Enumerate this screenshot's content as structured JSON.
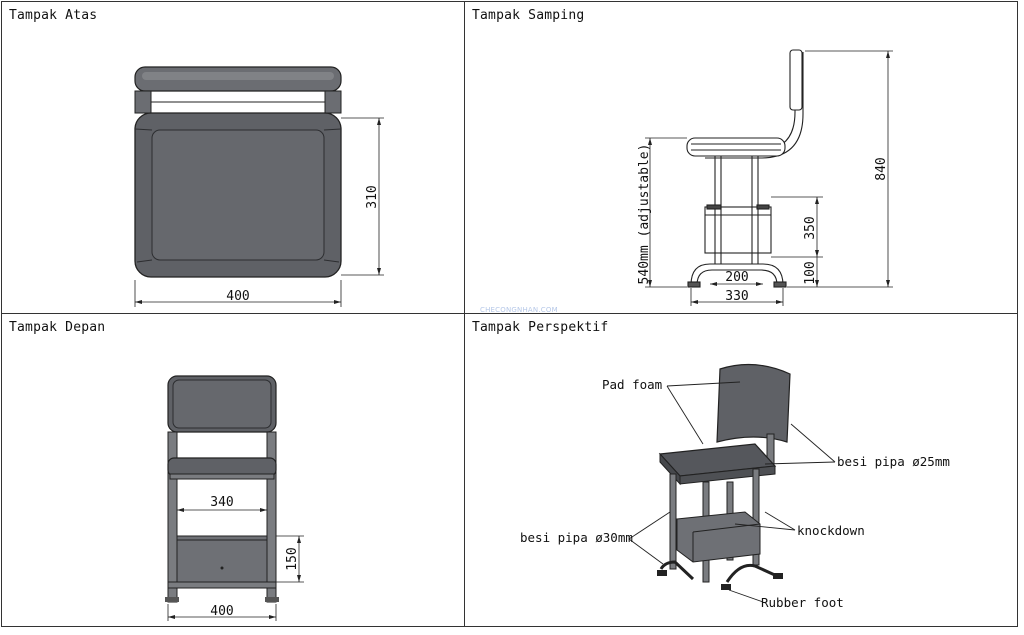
{
  "panels": {
    "top": {
      "title": "Tampak Atas"
    },
    "side": {
      "title": "Tampak Samping"
    },
    "front": {
      "title": "Tampak Depan"
    },
    "perspective": {
      "title": "Tampak Perspektif"
    }
  },
  "dimensions": {
    "top_width": "400",
    "top_depth": "310",
    "side_height_total": "840",
    "side_seat_height": "540mm (adjustable)",
    "side_box_height": "350",
    "side_foot_height": "100",
    "side_inner_width": "200",
    "side_outer_width": "330",
    "front_inner_width": "340",
    "front_box_height": "150",
    "front_outer_width": "400"
  },
  "callouts": {
    "pad_foam": "Pad foam",
    "pipe_25": "besi pipa ø25mm",
    "pipe_30": "besi pipa ø30mm",
    "knockdown": "knockdown",
    "rubber_foot": "Rubber foot"
  },
  "watermark": "CHECONGNHAN.COM",
  "colors": {
    "seat": "#5f6166",
    "seat_dark": "#4a4c50",
    "frame": "#7a7c80",
    "line": "#222222"
  }
}
